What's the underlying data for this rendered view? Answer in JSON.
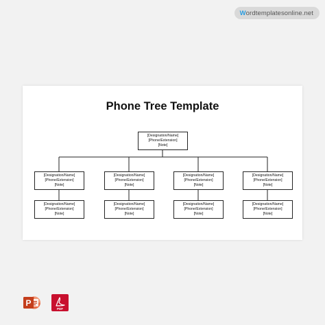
{
  "watermark": {
    "first_letter": "W",
    "rest": "ordtemplatesonline.net"
  },
  "diagram": {
    "title": "Phone Tree Template",
    "root": {
      "line1": "[Designation/Name]",
      "line2": "[Phone/Extension]",
      "line3": "[Note]"
    },
    "branches": [
      {
        "level1": {
          "line1": "[Designation/Name]",
          "line2": "[Phone/Extension]",
          "line3": "[Note]"
        },
        "level2": {
          "line1": "[Designation/Name]",
          "line2": "[Phone/Extension]",
          "line3": "[Note]"
        }
      },
      {
        "level1": {
          "line1": "[Designation/Name]",
          "line2": "[Phone/Extension]",
          "line3": "[Note]"
        },
        "level2": {
          "line1": "[Designation/Name]",
          "line2": "[Phone/Extension]",
          "line3": "[Note]"
        }
      },
      {
        "level1": {
          "line1": "[Designation/Name]",
          "line2": "[Phone/Extension]",
          "line3": "[Note]"
        },
        "level2": {
          "line1": "[Designation/Name]",
          "line2": "[Phone/Extension]",
          "line3": "[Note]"
        }
      },
      {
        "level1": {
          "line1": "[Designation/Name]",
          "line2": "[Phone/Extension]",
          "line3": "[Note]"
        },
        "level2": {
          "line1": "[Designation/Name]",
          "line2": "[Phone/Extension]",
          "line3": "[Note]"
        }
      }
    ]
  },
  "file_formats": {
    "powerpoint": {
      "icon": "powerpoint-icon",
      "letter": "P",
      "color": "#c43e1c"
    },
    "pdf": {
      "icon": "pdf-icon",
      "label": "PDF",
      "color": "#c8102e"
    }
  }
}
